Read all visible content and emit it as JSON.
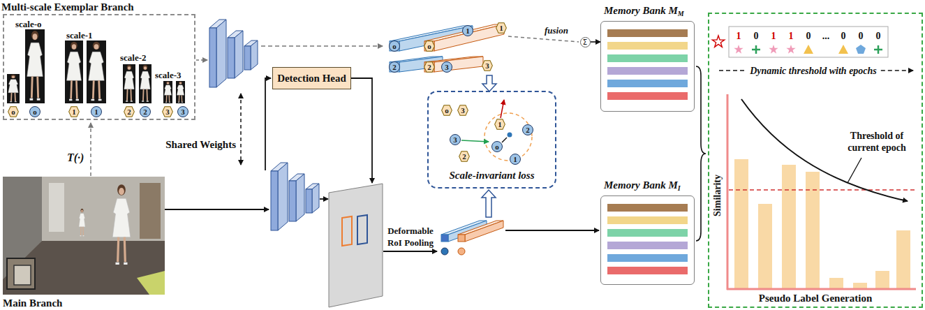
{
  "diagram": {
    "nodes": [
      {
        "text": [
          "Multi-scale Exemplar Branch"
        ]
      },
      {
        "text": [
          "o"
        ],
        "in": 0
      },
      {
        "text": [
          "o"
        ],
        "in": 0
      },
      {
        "text": [
          "1"
        ],
        "in": 0
      },
      {
        "text": [
          "1"
        ],
        "in": 0
      },
      {
        "text": [
          "2"
        ],
        "in": 0
      },
      {
        "text": [
          "2"
        ],
        "in": 0
      },
      {
        "text": [
          "3"
        ],
        "in": 0
      },
      {
        "text": [
          "3"
        ],
        "in": 0
      },
      {
        "text": [
          "Detection Head"
        ]
      },
      {
        "text": [
          "o"
        ]
      },
      {
        "text": [
          "1"
        ]
      },
      {
        "text": [
          "2"
        ]
      },
      {
        "text": [
          "3"
        ]
      },
      {
        "text": [
          "o"
        ]
      },
      {
        "text": [
          "1"
        ]
      },
      {
        "text": [
          "2"
        ]
      },
      {
        "text": [
          "3"
        ]
      },
      {
        "text": [
          "Σ"
        ]
      },
      {
        "text": [
          "Memory Bank M",
          "M"
        ]
      },
      {
        "text": [
          "Scale-invariant loss"
        ]
      },
      {
        "text": [
          "o"
        ],
        "in": 20
      },
      {
        "text": [
          "3"
        ],
        "in": 20
      },
      {
        "text": [
          "3"
        ],
        "in": 20
      },
      {
        "text": [
          "1"
        ],
        "in": 20
      },
      {
        "text": [
          "2"
        ],
        "in": 20
      },
      {
        "text": [
          "o"
        ],
        "in": 20
      },
      {
        "text": [
          "1"
        ],
        "in": 20
      },
      {
        "text": [
          "2"
        ],
        "in": 20
      },
      {
        "text": [
          "Memory Bank M",
          "I"
        ]
      },
      {
        "text": [
          "Pseudo Label Generation"
        ]
      }
    ],
    "edges": [
      {
        "from": 18,
        "to": 19,
        "arrow": "to"
      }
    ],
    "labels": [
      "scale-o",
      "scale-1",
      "scale-2",
      "scale-3",
      "T(·)",
      "Main Branch",
      "Shared Weights",
      "fusion",
      "Deformable RoI Pooling",
      "1",
      "0",
      "1",
      "1",
      "0",
      "...",
      "0",
      "0",
      "0",
      "Dynamic threshold with epochs",
      "Similarity",
      "Threshold of current epoch"
    ]
  }
}
